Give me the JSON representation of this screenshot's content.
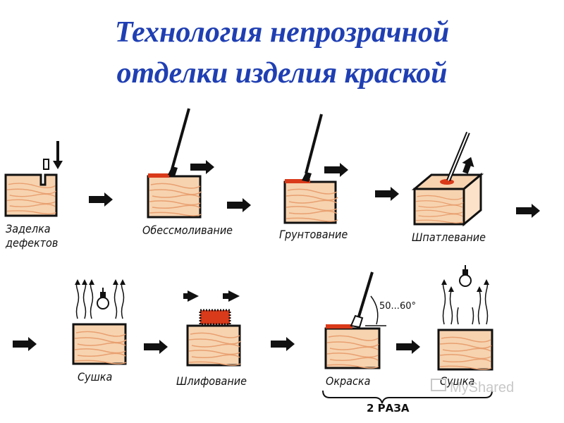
{
  "title": {
    "line1": "Технология непрозрачной",
    "line2": "отделки изделия краской"
  },
  "steps": [
    {
      "label_line1": "Заделка",
      "label_line2": "дефектов"
    },
    {
      "label": "Обессмоливание"
    },
    {
      "label": "Грунтование"
    },
    {
      "label": "Шпатлевание"
    },
    {
      "label": "Сушка"
    },
    {
      "label": "Шлифование"
    },
    {
      "label": "Окраска"
    },
    {
      "label": "Сушка"
    }
  ],
  "angle_label": "50...60°",
  "repeat_label": "2 РАЗА",
  "watermark": "MyShared",
  "colors": {
    "title": "#1f3fb3",
    "wood": "#f7d3b0",
    "grain": "#e8a070",
    "paint": "#d93a1a",
    "outline": "#111111"
  }
}
